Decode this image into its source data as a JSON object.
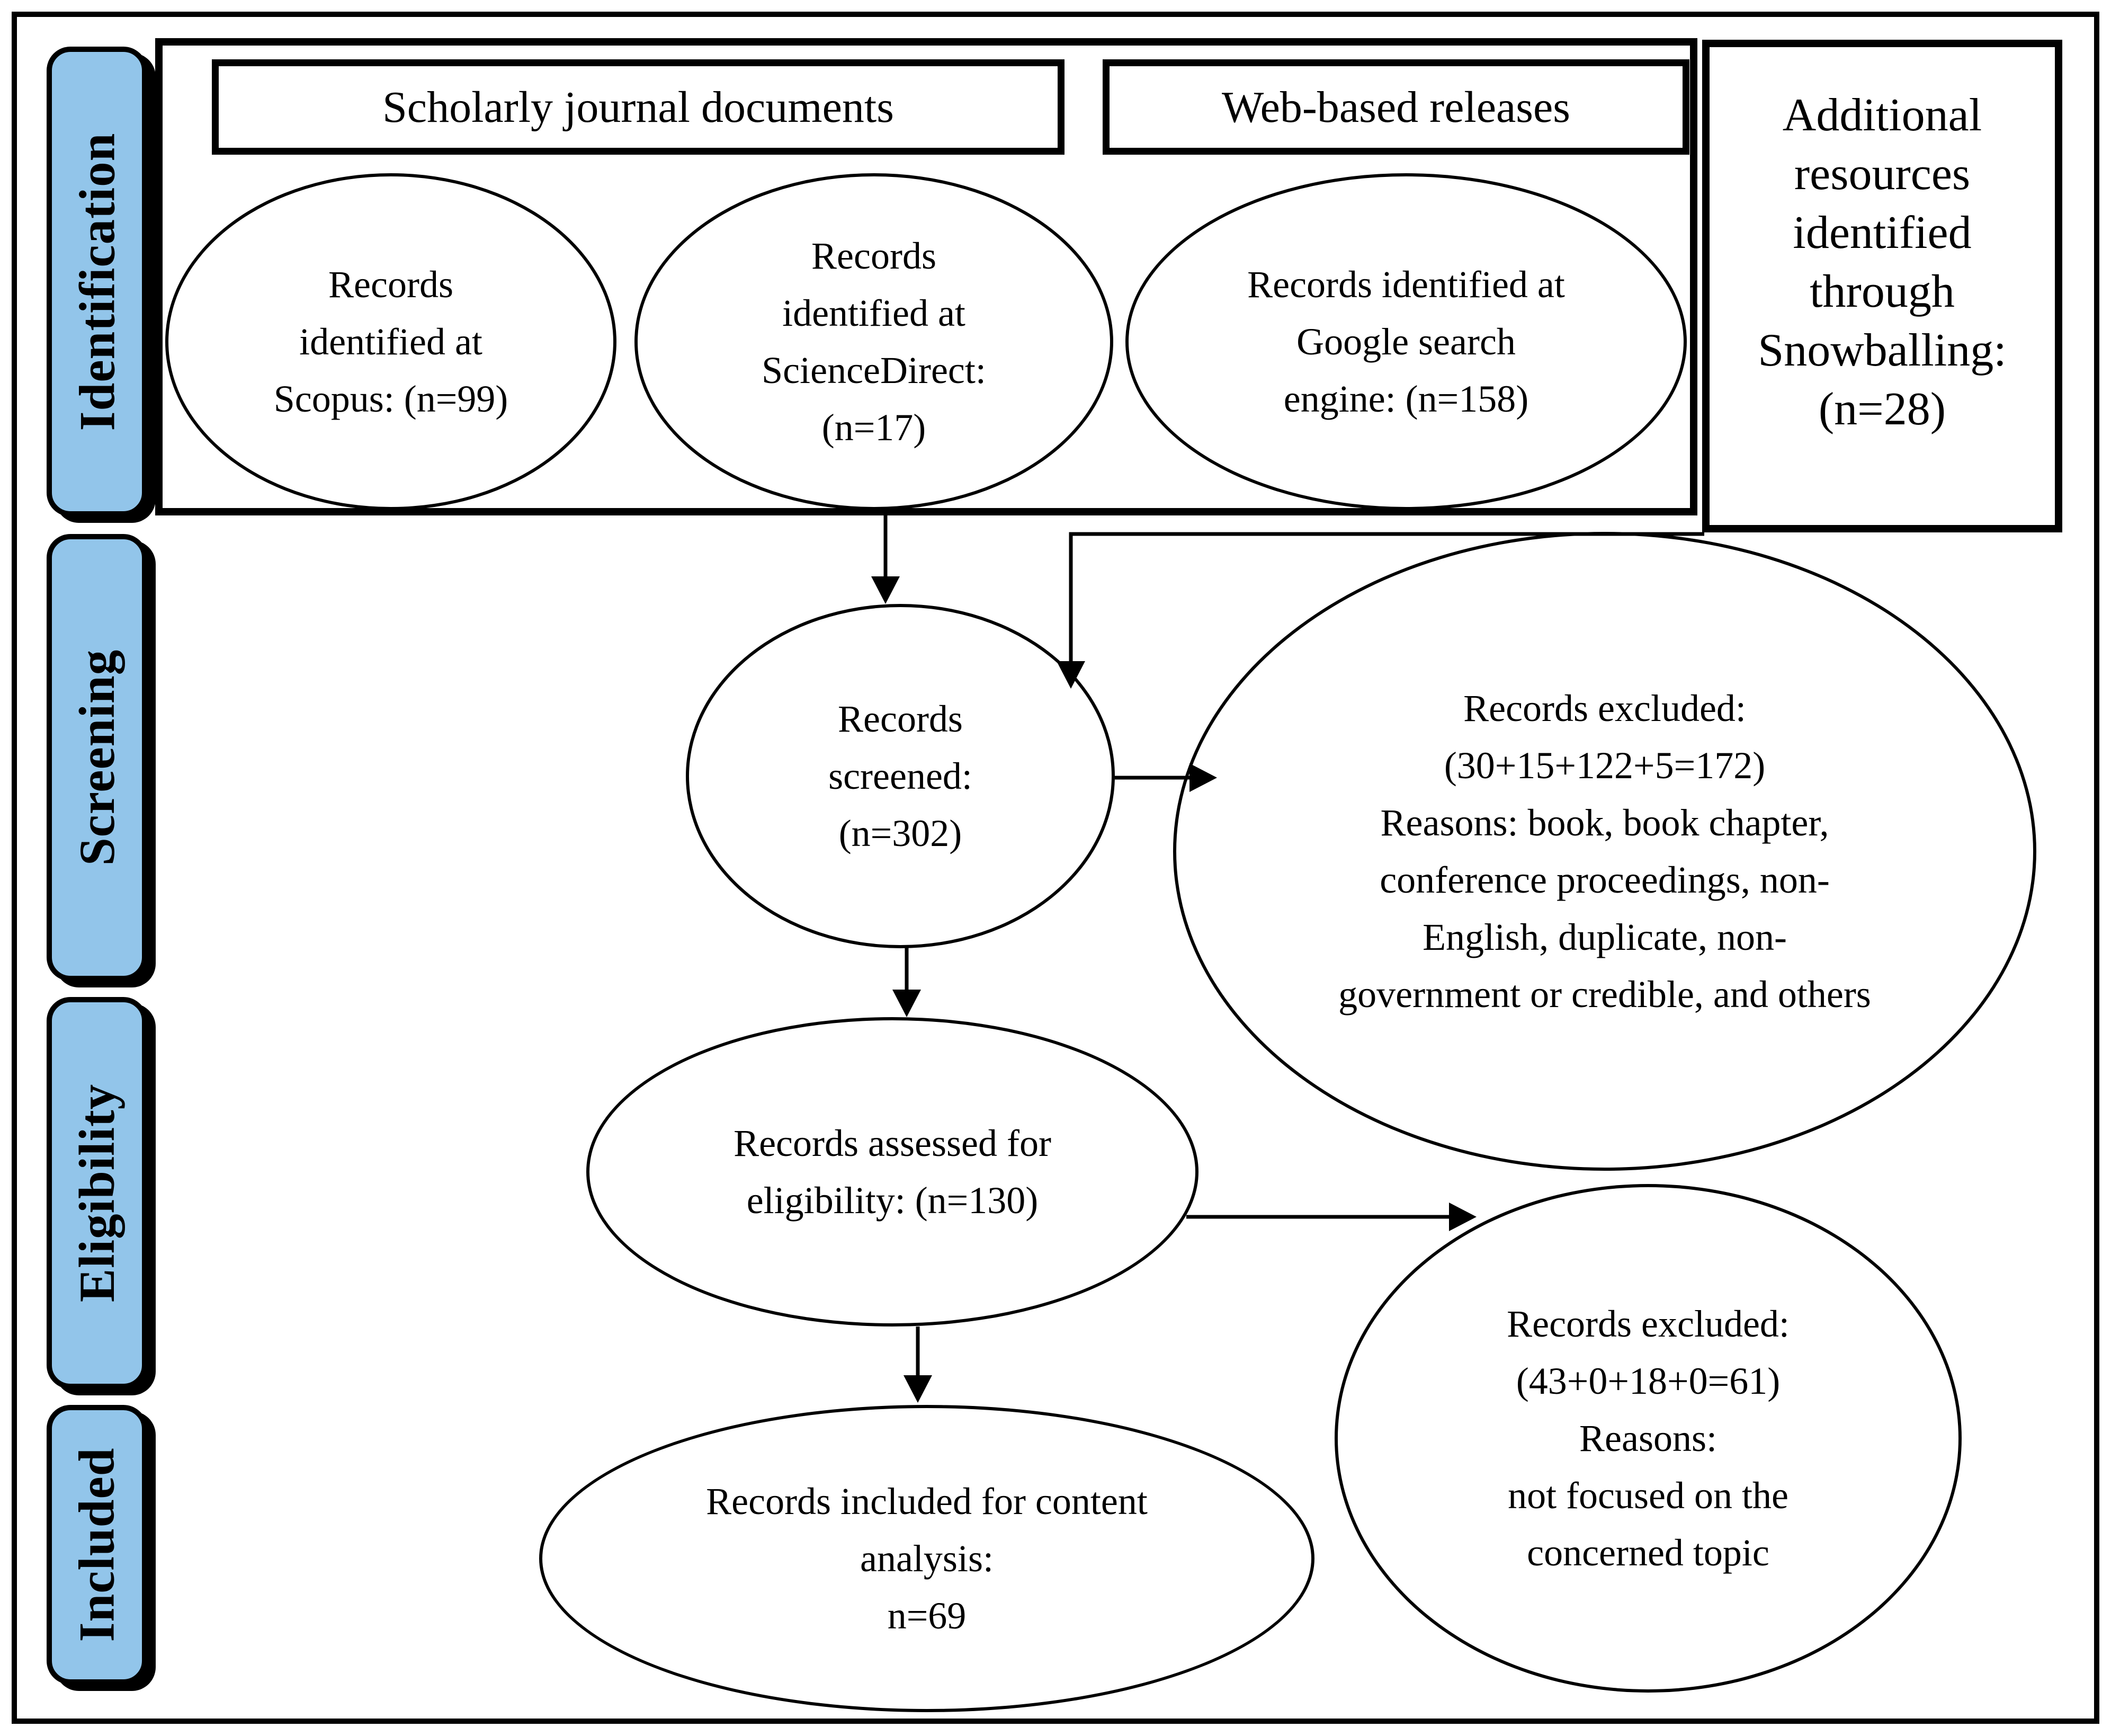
{
  "sidebar": {
    "items": [
      {
        "label": "Identification"
      },
      {
        "label": "Screening"
      },
      {
        "label": "Eligibility"
      },
      {
        "label": "Included"
      }
    ]
  },
  "headers": {
    "scholarly": "Scholarly journal documents",
    "web_based": "Web-based releases"
  },
  "snowballing_box": {
    "lines": [
      "Additional",
      "resources",
      "identified",
      "through",
      "Snowballing:",
      "(n=28)"
    ]
  },
  "ellipses": {
    "scopus": {
      "lines": [
        "Records",
        "identified at",
        "Scopus: (n=99)"
      ]
    },
    "sciencedirect": {
      "lines": [
        "Records",
        "identified at",
        "ScienceDirect:",
        "(n=17)"
      ]
    },
    "google": {
      "lines": [
        "Records identified at",
        "Google search",
        "engine: (n=158)"
      ]
    },
    "screened": {
      "lines": [
        "Records",
        "screened:",
        "(n=302)"
      ]
    },
    "excluded_screening": {
      "lines": [
        "Records excluded:",
        "(30+15+122+5=172)",
        "Reasons: book, book chapter,",
        "conference proceedings, non-",
        "English, duplicate, non-",
        "government or credible, and others"
      ]
    },
    "assessed": {
      "lines": [
        "Records assessed for",
        "eligibility: (n=130)"
      ]
    },
    "excluded_eligibility": {
      "lines": [
        "Records excluded:",
        "(43+0+18+0=61)",
        "Reasons:",
        "not focused on the",
        "concerned topic"
      ]
    },
    "included": {
      "lines": [
        "Records included for content",
        "analysis:",
        "n=69"
      ]
    }
  },
  "colors": {
    "background": "#FFFFFF",
    "line": "#000000",
    "sidebar_fill": "#92C5EA"
  }
}
